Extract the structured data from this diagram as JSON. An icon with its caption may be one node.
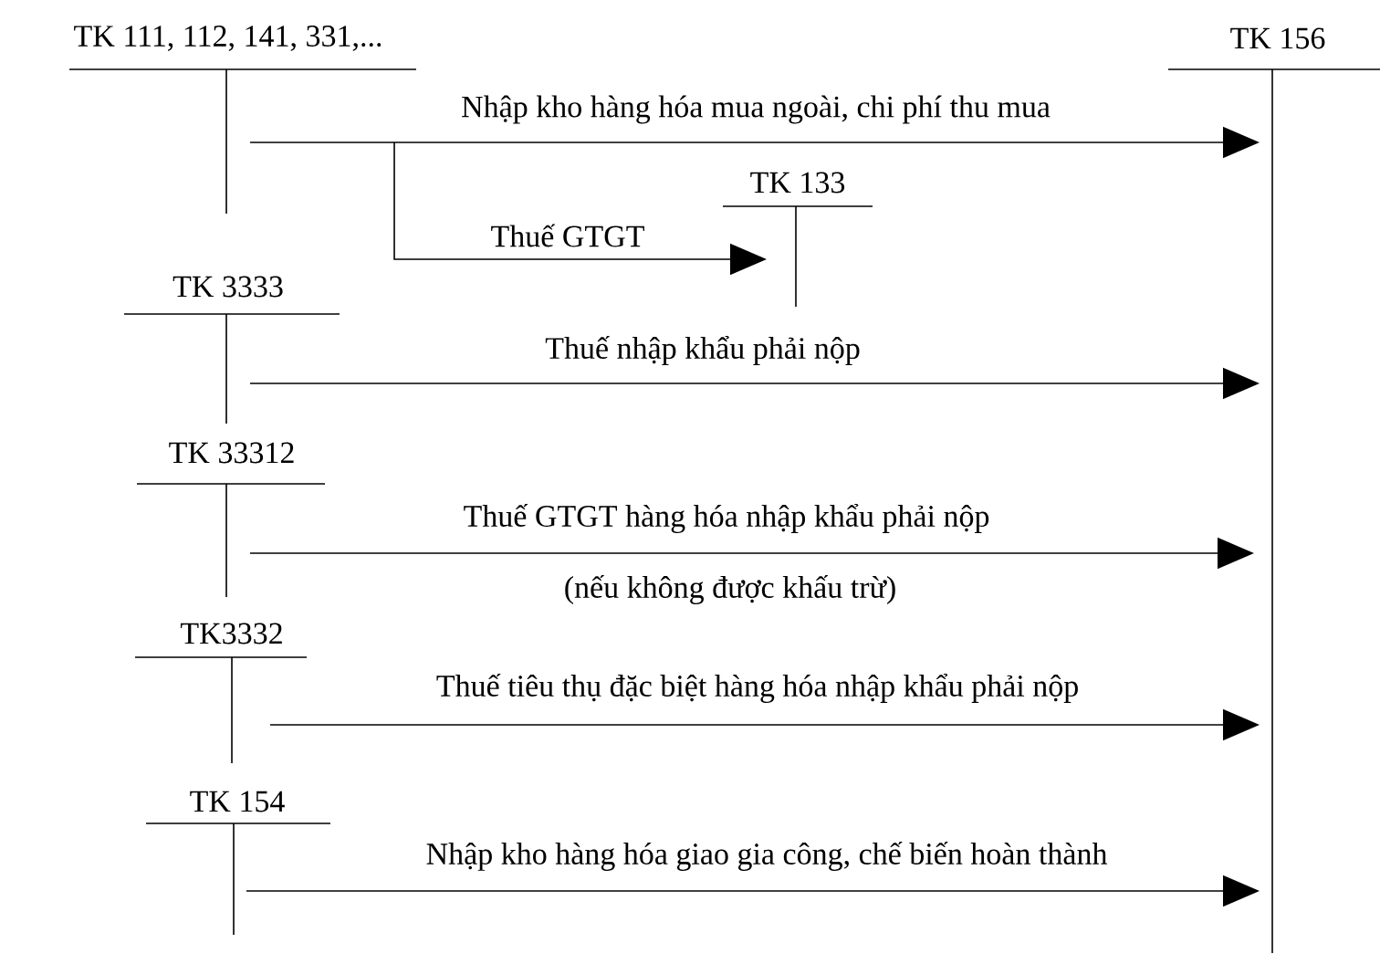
{
  "diagram": {
    "nodes": [
      {
        "text": [
          "TK 111, 112, 141, 331,..."
        ]
      },
      {
        "text": [
          "TK 156"
        ]
      },
      {
        "text": [
          "TK 133"
        ]
      },
      {
        "text": [
          "TK 3333"
        ]
      },
      {
        "text": [
          "TK 33312"
        ]
      },
      {
        "text": [
          "TK3332"
        ]
      },
      {
        "text": [
          "TK 154"
        ]
      }
    ],
    "edges": [
      {
        "from": 0,
        "to": 1,
        "arrow": "to",
        "label": "Nhập kho hàng hóa mua ngoài, chi phí thu mua"
      },
      {
        "from": 0,
        "to": 2,
        "arrow": "to",
        "label": "Thuế GTGT"
      },
      {
        "from": 3,
        "to": 1,
        "arrow": "to",
        "label": "Thuế nhập khẩu phải nộp"
      },
      {
        "from": 4,
        "to": 1,
        "arrow": "to",
        "label": "Thuế GTGT hàng hóa nhập khẩu phải nộp"
      },
      {
        "from": 5,
        "to": 1,
        "arrow": "to",
        "label": "Thuế tiêu thụ đặc biệt hàng hóa nhập khẩu phải nộp"
      },
      {
        "from": 6,
        "to": 1,
        "arrow": "to",
        "label": "Nhập kho hàng hóa giao gia công, chế biến hoàn thành"
      }
    ],
    "labels": [
      "(nếu không được khấu trừ)"
    ]
  }
}
